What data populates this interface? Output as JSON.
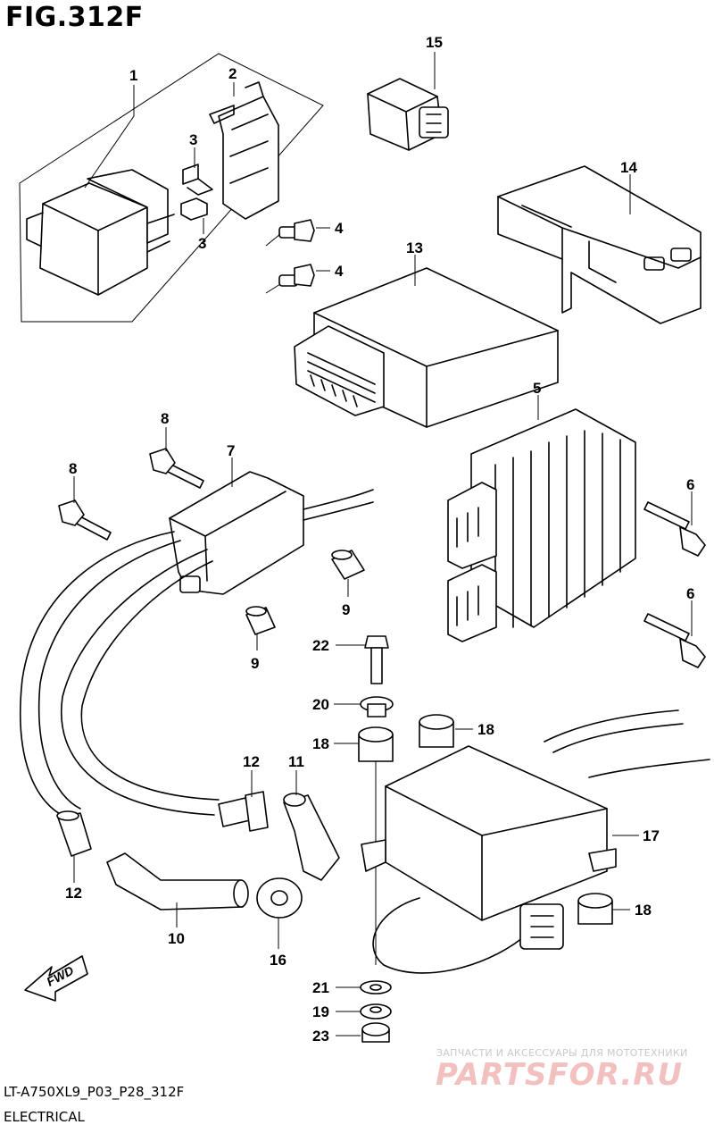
{
  "figure": {
    "title": "FIG.312F",
    "code": "LT-A750XL9_P03_P28_312F",
    "subtitle": "ELECTRICAL"
  },
  "watermark": {
    "line1": "ЗАПЧАСТИ И АКСЕССУАРЫ ДЛЯ МОТОТЕХНИКИ",
    "line2": "PARTSFOR.RU"
  },
  "direction_arrow": {
    "label": "FWD"
  },
  "callouts": [
    {
      "key": "c1",
      "label": "1"
    },
    {
      "key": "c2",
      "label": "2"
    },
    {
      "key": "c3a",
      "label": "3"
    },
    {
      "key": "c3b",
      "label": "3"
    },
    {
      "key": "c4a",
      "label": "4"
    },
    {
      "key": "c4b",
      "label": "4"
    },
    {
      "key": "c15",
      "label": "15"
    },
    {
      "key": "c14",
      "label": "14"
    },
    {
      "key": "c13",
      "label": "13"
    },
    {
      "key": "c5",
      "label": "5"
    },
    {
      "key": "c6a",
      "label": "6"
    },
    {
      "key": "c6b",
      "label": "6"
    },
    {
      "key": "c8a",
      "label": "8"
    },
    {
      "key": "c8b",
      "label": "8"
    },
    {
      "key": "c7",
      "label": "7"
    },
    {
      "key": "c9a",
      "label": "9"
    },
    {
      "key": "c9b",
      "label": "9"
    },
    {
      "key": "c22",
      "label": "22"
    },
    {
      "key": "c20",
      "label": "20"
    },
    {
      "key": "c18a",
      "label": "18"
    },
    {
      "key": "c18b",
      "label": "18"
    },
    {
      "key": "c18c",
      "label": "18"
    },
    {
      "key": "c12a",
      "label": "12"
    },
    {
      "key": "c11",
      "label": "11"
    },
    {
      "key": "c12b",
      "label": "12"
    },
    {
      "key": "c10",
      "label": "10"
    },
    {
      "key": "c16",
      "label": "16"
    },
    {
      "key": "c17",
      "label": "17"
    },
    {
      "key": "c21",
      "label": "21"
    },
    {
      "key": "c19",
      "label": "19"
    },
    {
      "key": "c23",
      "label": "23"
    }
  ]
}
